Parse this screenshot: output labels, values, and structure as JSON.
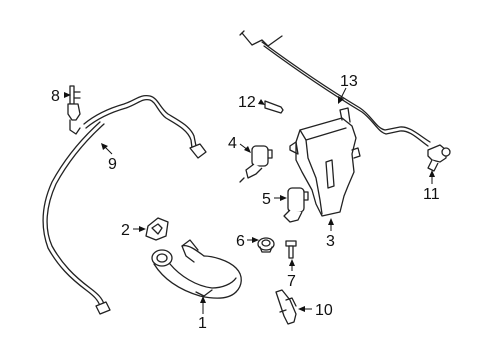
{
  "callouts": {
    "p1": "1",
    "p2": "2",
    "p3": "3",
    "p4": "4",
    "p5": "5",
    "p6": "6",
    "p7": "7",
    "p8": "8",
    "p9": "9",
    "p10": "10",
    "p11": "11",
    "p12": "12",
    "p13": "13"
  },
  "colors": {
    "line": "#222222",
    "background": "#ffffff"
  }
}
